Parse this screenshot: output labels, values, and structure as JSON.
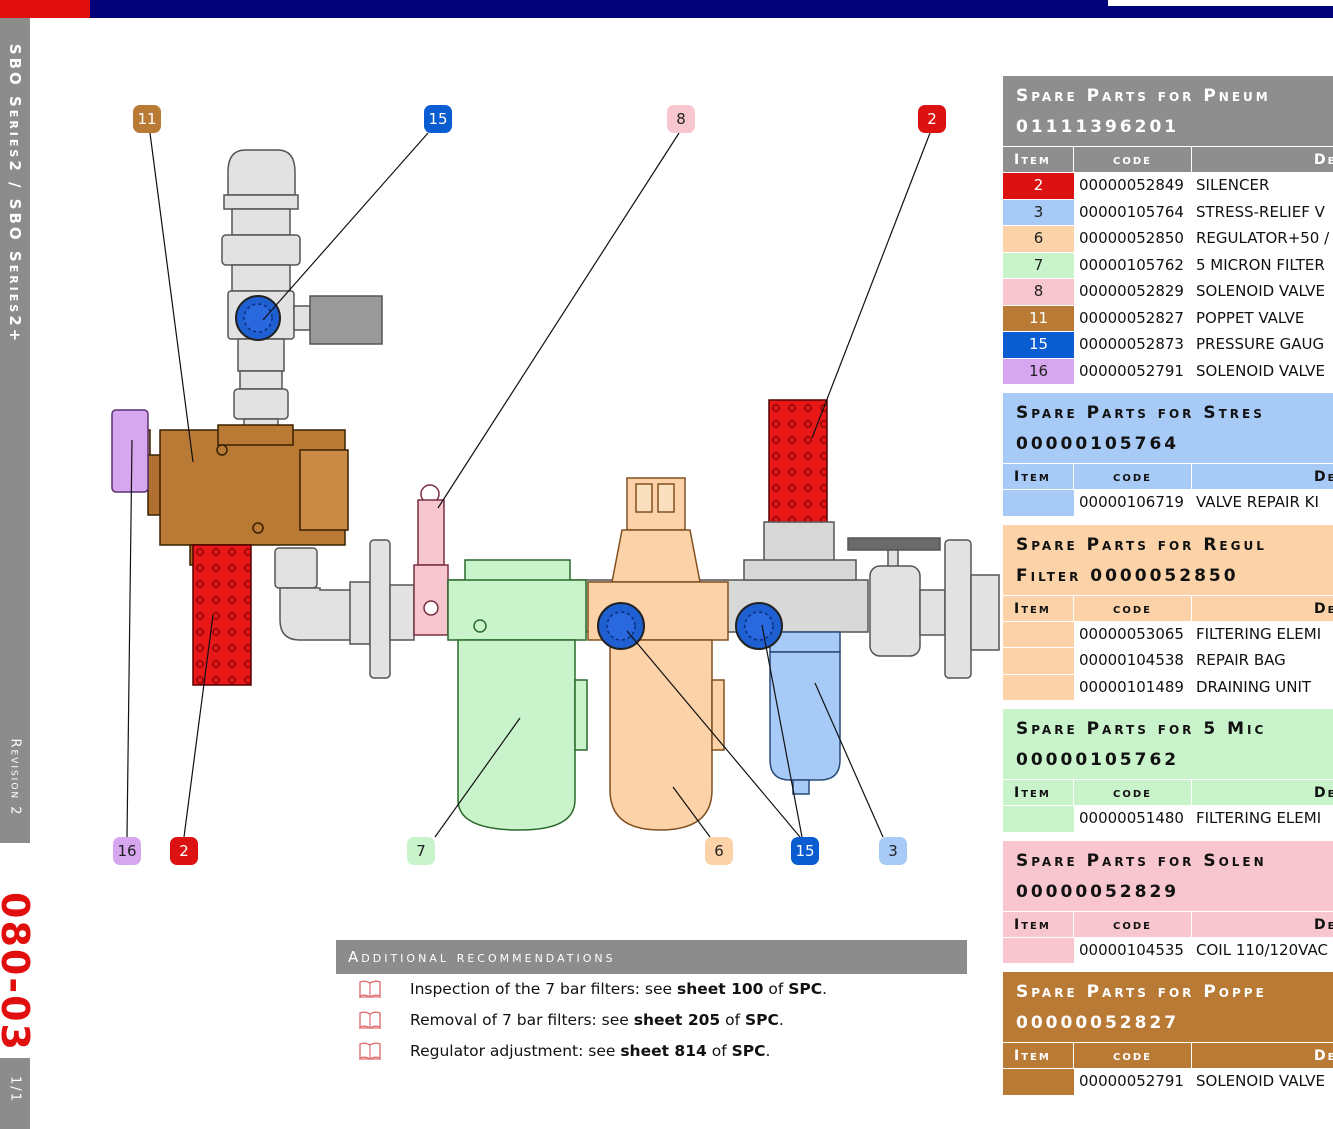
{
  "sidebar": {
    "series": "SBO Series2 / SBO Series2+",
    "revision": "Revision 2",
    "sheet": "080-03",
    "page": "1/1"
  },
  "callouts": [
    {
      "label": "11",
      "color": "#b87a35",
      "text_color": "#ffffff"
    },
    {
      "label": "15",
      "color": "#0a5dd1",
      "text_color": "#ffffff"
    },
    {
      "label": "8",
      "color": "#f8c6cf",
      "text_color": "#222222"
    },
    {
      "label": "2",
      "color": "#dc1212",
      "text_color": "#ffffff"
    },
    {
      "label": "16",
      "color": "#d6a6ef",
      "text_color": "#222222"
    },
    {
      "label": "2",
      "color": "#dc1212",
      "text_color": "#ffffff"
    },
    {
      "label": "7",
      "color": "#c9f3cb",
      "text_color": "#222222"
    },
    {
      "label": "6",
      "color": "#fcd3a8",
      "text_color": "#222222"
    },
    {
      "label": "15",
      "color": "#0a5dd1",
      "text_color": "#ffffff"
    },
    {
      "label": "3",
      "color": "#a7cbf6",
      "text_color": "#222222"
    }
  ],
  "recommendations": {
    "title": "Additional recommendations",
    "items": [
      {
        "pre": "Inspection of the 7 bar filters: see ",
        "sheet": "sheet 100",
        "mid": " of ",
        "ref": "SPC",
        "post": "."
      },
      {
        "pre": "Removal of 7 bar filters: see ",
        "sheet": "sheet 205",
        "mid": " of ",
        "ref": "SPC",
        "post": "."
      },
      {
        "pre": "Regulator adjustment: see ",
        "sheet": "sheet 814",
        "mid": " of ",
        "ref": "SPC",
        "post": "."
      }
    ]
  },
  "parts_headers": {
    "item": "Item",
    "code": "code",
    "desc": "De"
  },
  "parts_tables": [
    {
      "title": "Spare Parts for Pneum",
      "code": "01111396201",
      "color": "#8e8e8e",
      "row_color": null,
      "rows": [
        {
          "item": "2",
          "code": "00000052849",
          "desc": "SILENCER",
          "color": "#dc1212",
          "text_color": "#ffffff"
        },
        {
          "item": "3",
          "code": "00000105764",
          "desc": "STRESS-RELIEF V",
          "color": "#a7cbf6",
          "text_color": "#222222"
        },
        {
          "item": "6",
          "code": "00000052850",
          "desc": "REGULATOR+50 /",
          "color": "#fcd3a8",
          "text_color": "#222222"
        },
        {
          "item": "7",
          "code": "00000105762",
          "desc": "5 MICRON FILTER",
          "color": "#c9f3cb",
          "text_color": "#222222"
        },
        {
          "item": "8",
          "code": "00000052829",
          "desc": "SOLENOID VALVE",
          "color": "#f8c6cf",
          "text_color": "#222222"
        },
        {
          "item": "11",
          "code": "00000052827",
          "desc": "POPPET VALVE",
          "color": "#b87a35",
          "text_color": "#ffffff"
        },
        {
          "item": "15",
          "code": "00000052873",
          "desc": "PRESSURE GAUG",
          "color": "#0a5dd1",
          "text_color": "#ffffff"
        },
        {
          "item": "16",
          "code": "00000052791",
          "desc": "SOLENOID VALVE",
          "color": "#d6a6ef",
          "text_color": "#222222"
        }
      ]
    },
    {
      "title": "Spare Parts for Stres",
      "code": "00000105764",
      "color": "#a7cbf6",
      "text_color": "#111111",
      "rows": [
        {
          "item": "",
          "code": "00000106719",
          "desc": "VALVE REPAIR KI",
          "color": "#a7cbf6",
          "text_color": "#222222"
        }
      ]
    },
    {
      "title": "Spare Parts for Regul",
      "code": "Filter 0000052850",
      "color": "#fcd3a8",
      "text_color": "#111111",
      "rows": [
        {
          "item": "",
          "code": "00000053065",
          "desc": "FILTERING ELEMI",
          "color": "#fcd3a8",
          "text_color": "#222222"
        },
        {
          "item": "",
          "code": "00000104538",
          "desc": "REPAIR BAG",
          "color": "#fcd3a8",
          "text_color": "#222222"
        },
        {
          "item": "",
          "code": "00000101489",
          "desc": "DRAINING UNIT",
          "color": "#fcd3a8",
          "text_color": "#222222"
        }
      ]
    },
    {
      "title": "Spare Parts for 5 Mic",
      "code": "00000105762",
      "color": "#c9f3cb",
      "text_color": "#111111",
      "rows": [
        {
          "item": "",
          "code": "00000051480",
          "desc": "FILTERING ELEMI",
          "color": "#c9f3cb",
          "text_color": "#222222"
        }
      ]
    },
    {
      "title": "Spare Parts for Solen",
      "code": "00000052829",
      "color": "#f8c6cf",
      "text_color": "#111111",
      "rows": [
        {
          "item": "",
          "code": "00000104535",
          "desc": "COIL 110/120VAC",
          "color": "#f8c6cf",
          "text_color": "#222222"
        }
      ]
    },
    {
      "title": "Spare Parts for Poppe",
      "code": "00000052827",
      "color": "#b87a35",
      "text_color": "#ffffff",
      "rows": [
        {
          "item": "",
          "code": "00000052791",
          "desc": "SOLENOID VALVE",
          "color": "#b87a35",
          "text_color": "#222222"
        }
      ]
    }
  ]
}
